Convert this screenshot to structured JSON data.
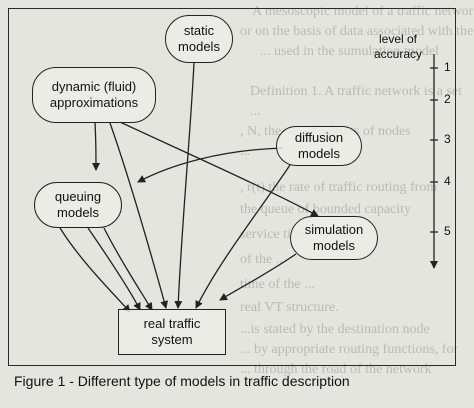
{
  "nodes": {
    "static": "static\nmodels",
    "dynamic": "dynamic (fluid)\napproximations",
    "diffusion": "diffusion\nmodels",
    "queuing": "queuing\nmodels",
    "simulation": "simulation\nmodels",
    "real": "real traffic\nsystem"
  },
  "accuracy_scale": {
    "label": "level of\naccuracy",
    "levels": [
      "1",
      "2",
      "3",
      "4",
      "5"
    ]
  },
  "caption": "Figure 1 - Different type of models in traffic description",
  "background_text": [
    "A mesoscopic model of a traffic networ",
    "or on the basis of data associated with the",
    "... used in the sumulation model",
    "Definition 1. A traffic network is a set",
    "  ...",
    "  , N, the set of subsets of nodes",
    "  ...",
    "  , r(t) the rate of traffic routing from",
    "  the queue of bounded capacity",
    "  service time",
    "  of the ..",
    "  time of the ...",
    "  real VT structure.",
    "  ...is stated by the destination node",
    "  ... by appropriate routing functions, for",
    "  ... through the road of the network"
  ]
}
